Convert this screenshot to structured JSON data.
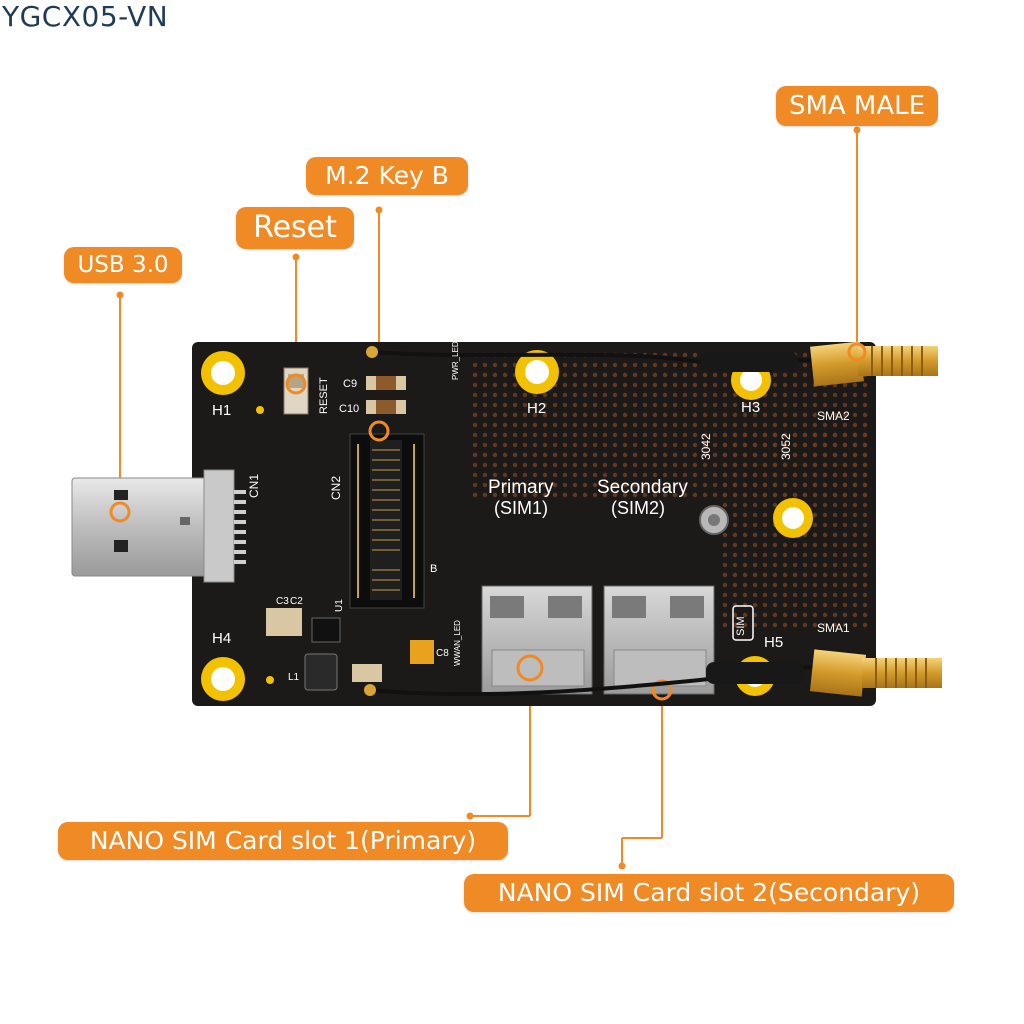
{
  "model": "YGCX05-VN",
  "callouts": {
    "usb": "USB 3.0",
    "reset": "Reset",
    "m2": "M.2 Key B",
    "sma": "SMA MALE",
    "sim1": "NANO SIM Card slot 1(Primary)",
    "sim2": "NANO SIM Card slot 2(Secondary)"
  },
  "silkscreen": {
    "h1": "H1",
    "h2": "H2",
    "h3": "H3",
    "h4": "H4",
    "h5": "H5",
    "cn1": "CN1",
    "cn2": "CN2",
    "reset": "RESET",
    "c9": "C9",
    "c10": "C10",
    "sma1": "SMA1",
    "sma2": "SMA2",
    "primary": "Primary",
    "sim1": "(SIM1)",
    "secondary": "Secondary",
    "sim2": "(SIM2)",
    "len3042": "3042",
    "len3052": "3052",
    "sim": "SIM",
    "key": "B",
    "pwr_led": "PWR_LED",
    "wwan_led": "WWAN_LED",
    "l1": "L1",
    "c8": "C8",
    "u1": "U1",
    "c3": "C3",
    "c2": "C2"
  },
  "colors": {
    "callout": "#f08a24",
    "pcb": "#1c1a19",
    "hole": "#f2c200",
    "gold": "#d9a634"
  }
}
